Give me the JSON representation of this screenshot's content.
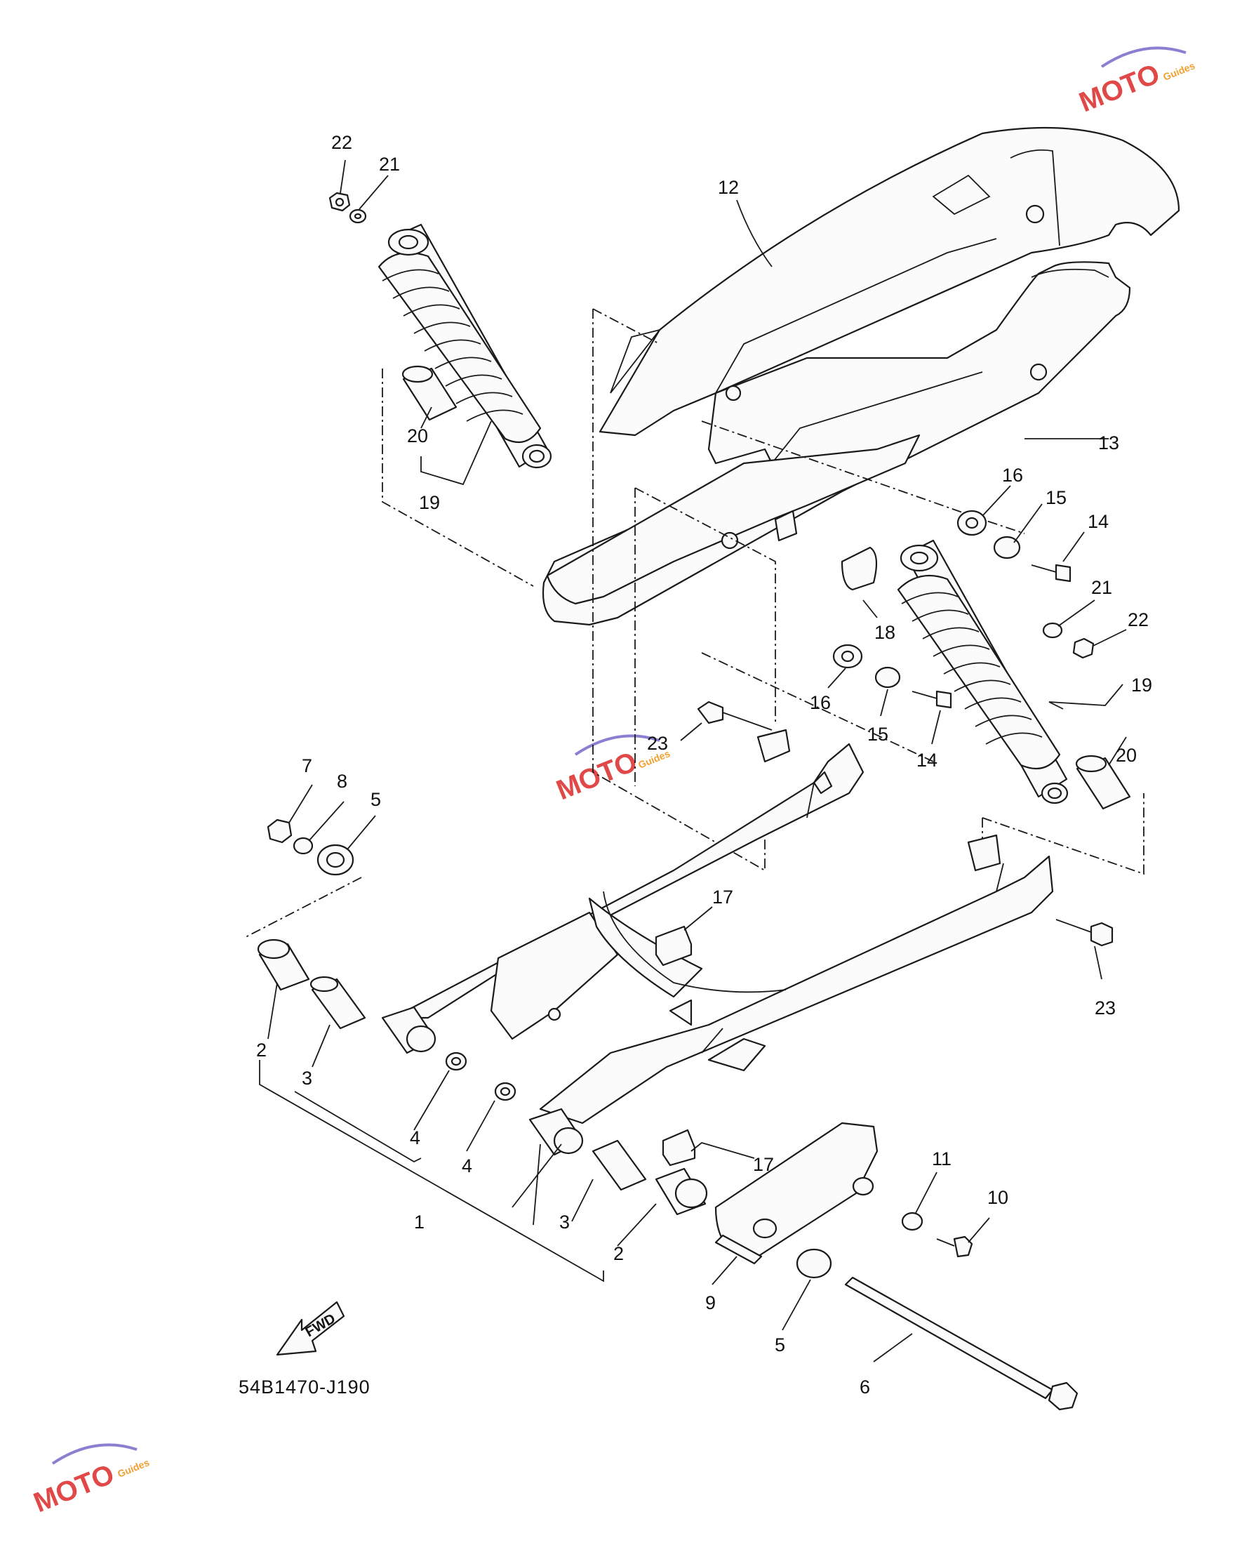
{
  "diagram": {
    "code": "54B1470-J190",
    "fwd_label": "FWD",
    "watermark": {
      "main": "MOTO",
      "sub": "Guides"
    },
    "callouts": [
      "1",
      "2",
      "2",
      "3",
      "3",
      "4",
      "4",
      "5",
      "5",
      "6",
      "7",
      "8",
      "9",
      "10",
      "11",
      "12",
      "13",
      "14",
      "14",
      "15",
      "15",
      "16",
      "16",
      "17",
      "17",
      "18",
      "19",
      "19",
      "20",
      "20",
      "21",
      "21",
      "22",
      "22",
      "23",
      "23"
    ]
  }
}
